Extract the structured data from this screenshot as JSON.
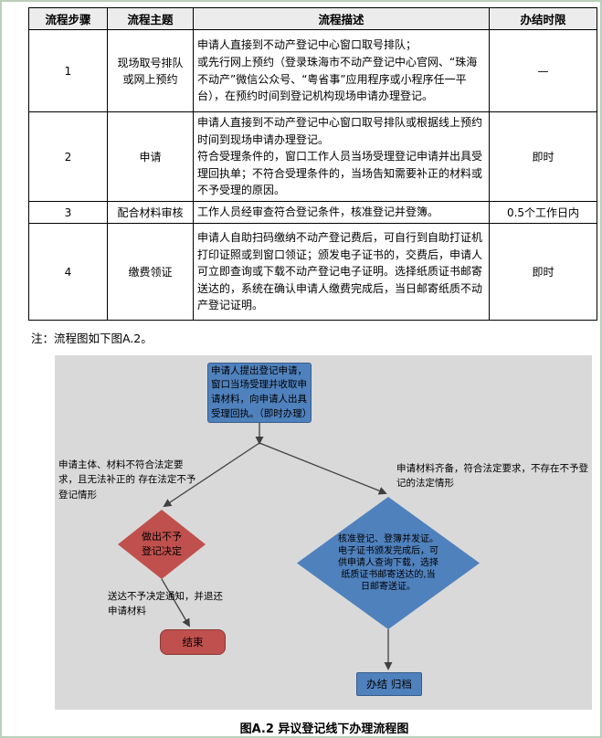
{
  "table": {
    "headers": [
      "流程步骤",
      "流程主题",
      "流程描述",
      "办结时限"
    ],
    "rows": [
      {
        "step": "1",
        "topic": "现场取号排队\n或网上预约",
        "description": "申请人直接到不动产登记中心窗口取号排队；\n或先行网上预约（登录珠海市不动产登记中心官网、“珠海不动产”微信公众号、“粤省事”应用程序或小程序任一平台），在预约时间到登记机构现场申请办理登记。",
        "limit": "—"
      },
      {
        "step": "2",
        "topic": "申请",
        "description": "申请人直接到不动产登记中心窗口取号排队或根据线上预约时间到现场申请办理登记。\n符合受理条件的，窗口工作人员当场受理登记申请并出具受理回执单；不符合受理条件的，当场告知需要补正的材料或不予受理的原因。",
        "limit": "即时"
      },
      {
        "step": "3",
        "topic": "配合材料审核",
        "description": "工作人员经审查符合登记条件，核准登记并登簿。",
        "limit": "0.5个工作日内"
      },
      {
        "step": "4",
        "topic": "缴费领证",
        "description": "申请人自助扫码缴纳不动产登记费后，可自行到自助打证机打印证照或到窗口领证；颁发电子证书的，交费后，申请人可立即查询或下载不动产登记电子证明。选择纸质证书邮寄送达的，系统在确认申请人缴费完成后，当日邮寄纸质不动产登记证明。",
        "limit": "即时"
      }
    ]
  },
  "note": "注：流程图如下图A.2。",
  "flowchart": {
    "start_box": "申请人提出登记申请，窗口当场受理并收取申请材料，向申请人出具受理回执。（即时办理）",
    "left_condition": "申请主体、材料不符合法定要求，且无法补正的 存在法定不予登记情形",
    "right_condition": "申请材料齐备，符合法定要求，不存在不予登记的法定情形",
    "reject_diamond": "做出不予登记决定",
    "approve_diamond": "核准登记、登簿并发证。电子证书颁发完成后，可供申请人查询下载，选择纸质证书邮寄送达的,当日邮寄送证。",
    "reject_note": "送达不予决定通知，并退还申请材料",
    "end_box": "结束",
    "archive_box": "办结 归档",
    "caption": "图A.2 异议登记线下办理流程图"
  },
  "colors": {
    "blue": "#4f81bd",
    "red": "#c0504d",
    "chart_bg": "#d9d9d9"
  }
}
